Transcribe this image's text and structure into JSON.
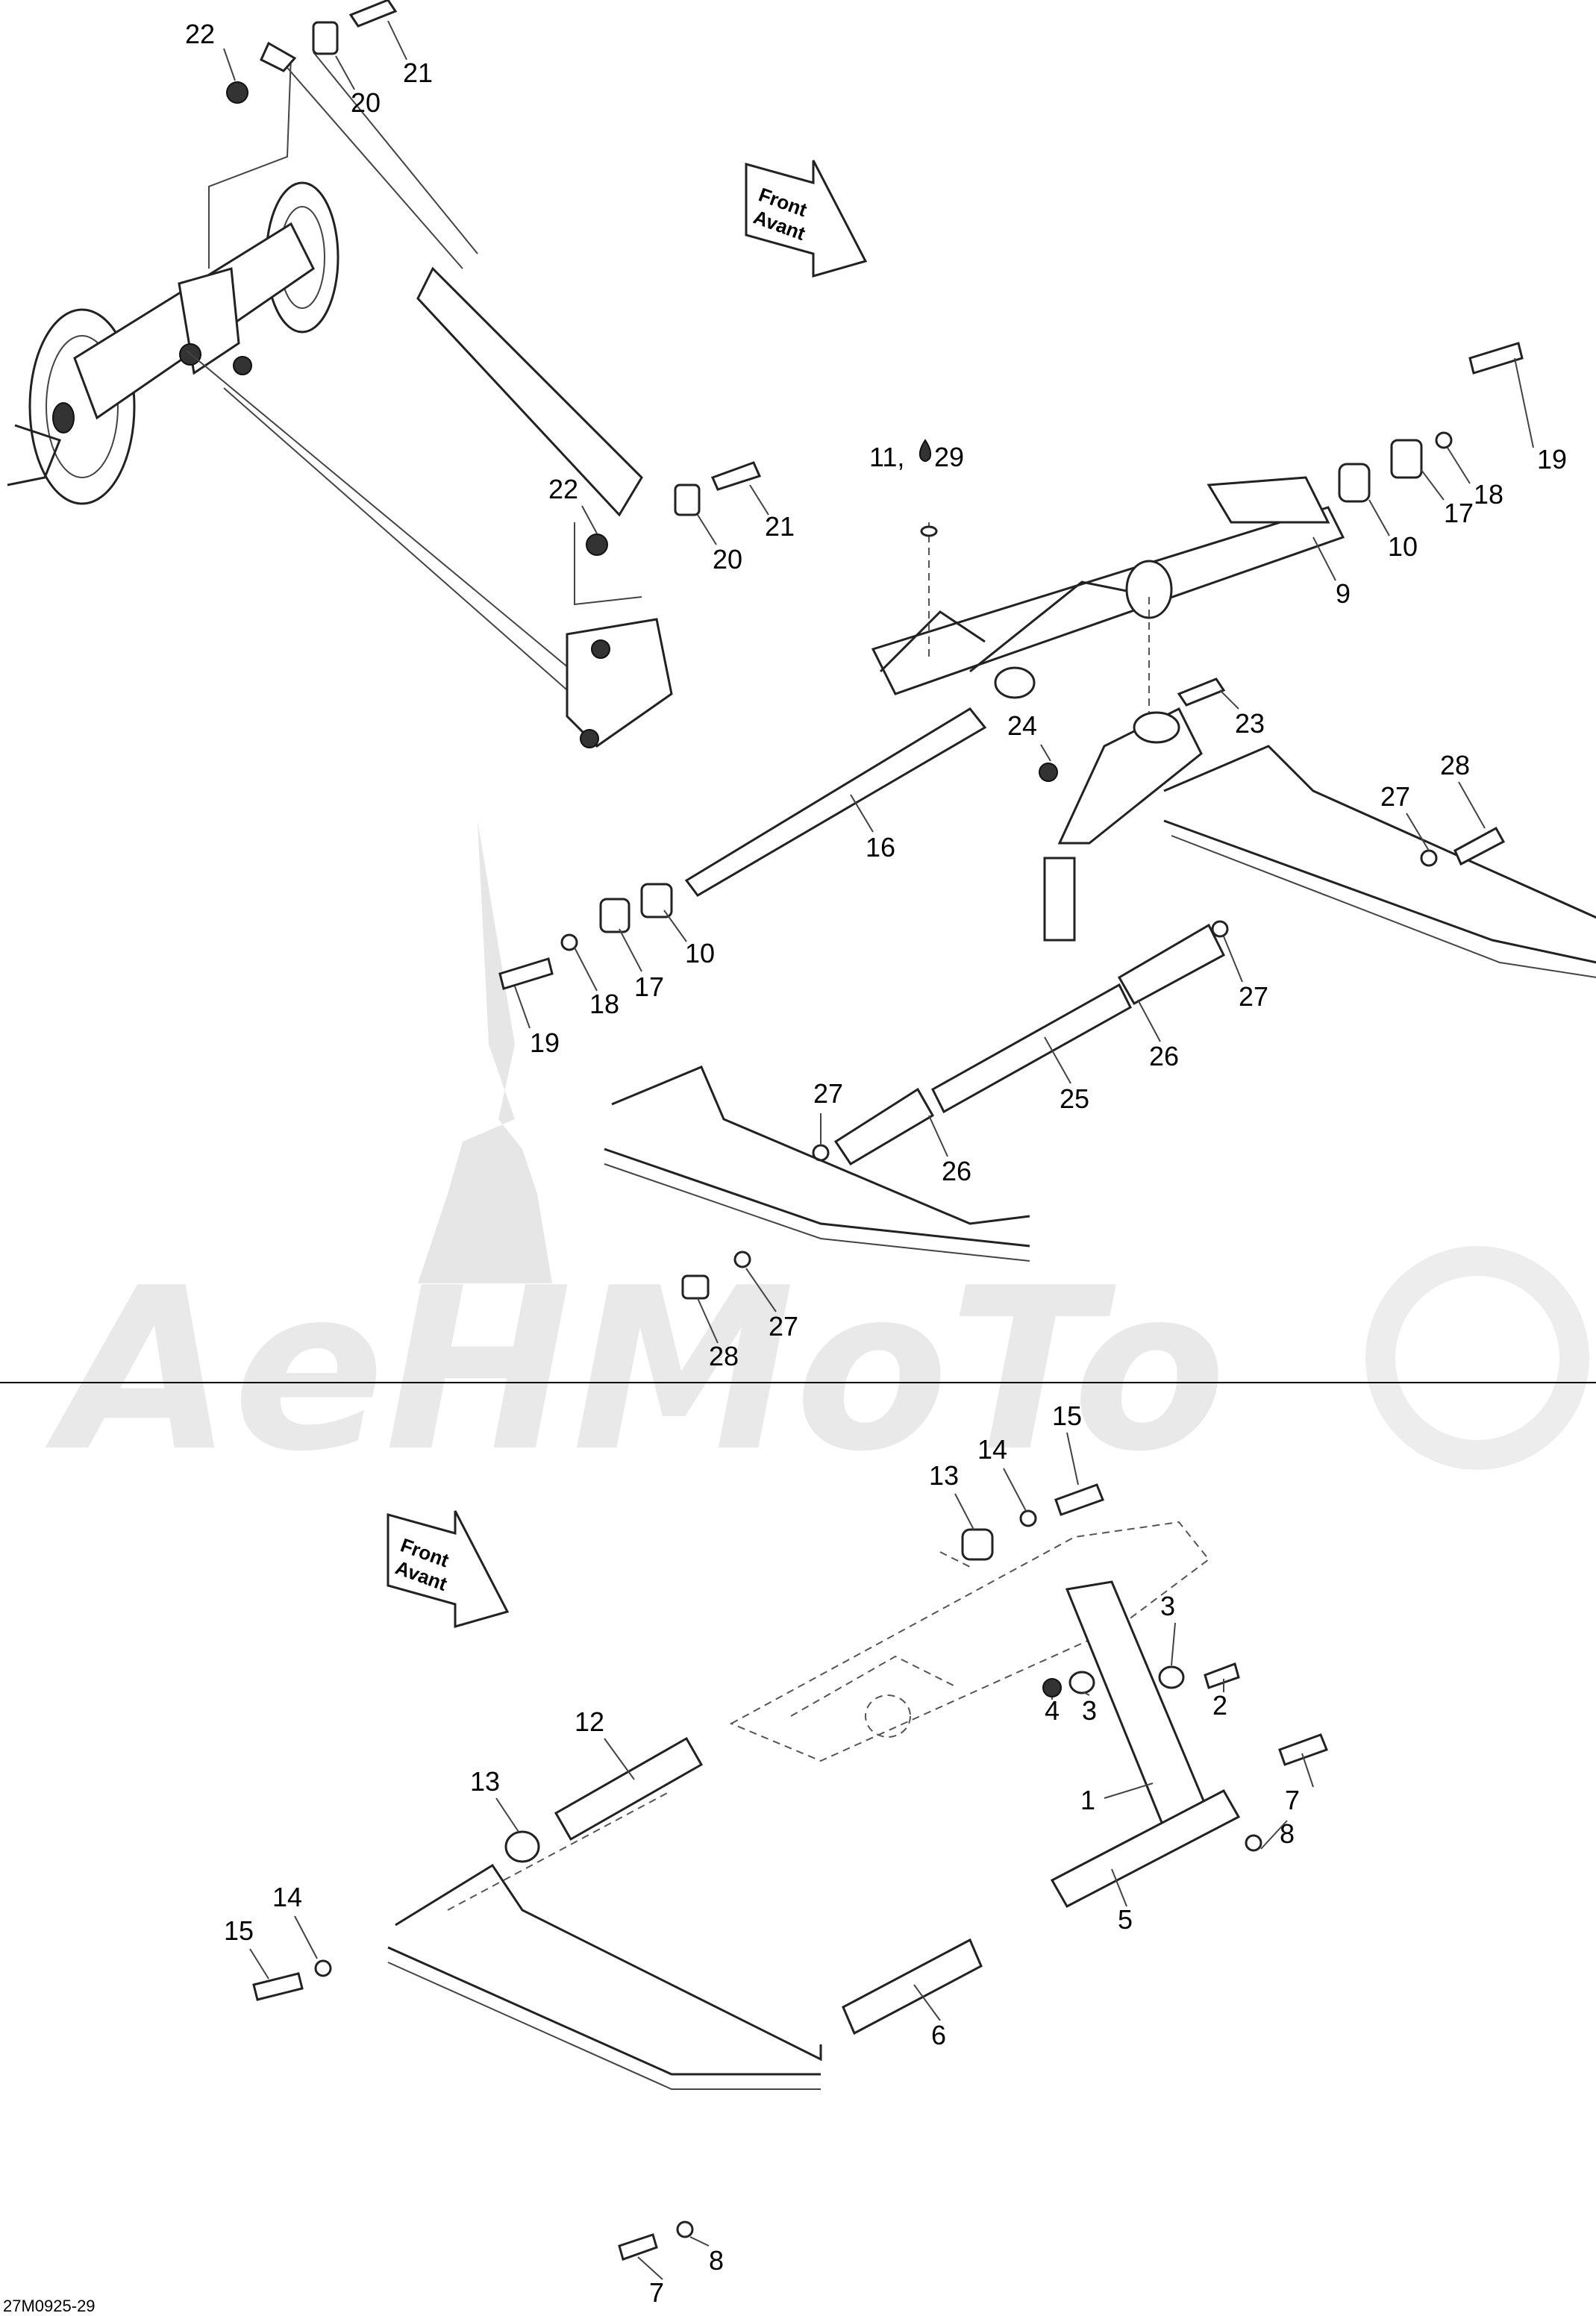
{
  "watermark": {
    "text": "AeHMoTo"
  },
  "direction_arrows": [
    {
      "line1": "Front",
      "line2": "Avant"
    },
    {
      "line1": "Front",
      "line2": "Avant"
    }
  ],
  "drop_icon": "oil-drop-icon",
  "upper_callouts": [
    "22",
    "20",
    "21",
    "22",
    "21",
    "20",
    "11, ",
    "29",
    "19",
    "18",
    "17",
    "10",
    "9",
    "24",
    "23",
    "28",
    "27",
    "16",
    "10",
    "17",
    "18",
    "19",
    "27",
    "26",
    "25",
    "27",
    "26",
    "27",
    "28"
  ],
  "lower_callouts": [
    "15",
    "14",
    "13",
    "3",
    "3",
    "2",
    "4",
    "12",
    "13",
    "7",
    "8",
    "1",
    "5",
    "14",
    "15",
    "6",
    "8",
    "7"
  ],
  "reference": "27M0925-29"
}
